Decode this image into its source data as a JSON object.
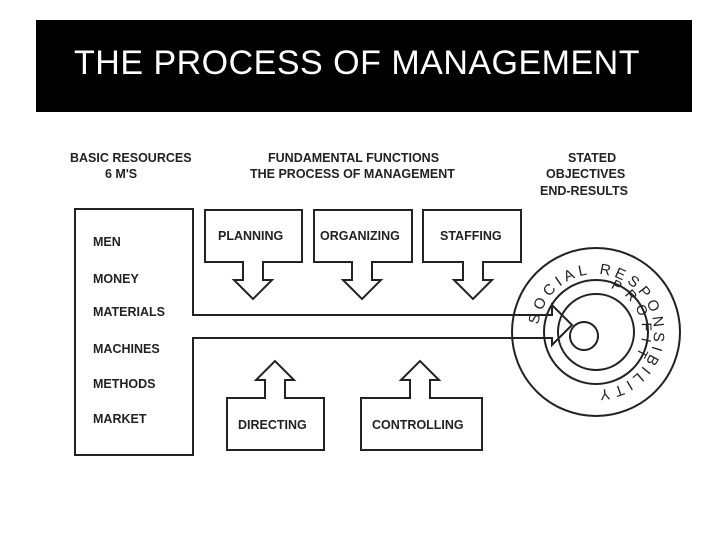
{
  "slide": {
    "title": "THE PROCESS OF MANAGEMENT"
  },
  "diagram": {
    "header_resources": [
      "BASIC RESOURCES",
      "6 M'S"
    ],
    "header_functions": [
      "FUNDAMENTAL FUNCTIONS",
      "THE PROCESS OF MANAGEMENT"
    ],
    "header_objectives": [
      "STATED",
      "OBJECTIVES",
      "END-RESULTS"
    ],
    "resources": [
      "MEN",
      "MONEY",
      "MATERIALS",
      "MACHINES",
      "METHODS",
      "MARKET"
    ],
    "top_functions": [
      "PLANNING",
      "ORGANIZING",
      "STAFFING"
    ],
    "bottom_functions": [
      "DIRECTING",
      "CONTROLLING"
    ],
    "outer_ring_text": "SOCIAL RESPONSIBILITY",
    "inner_ring_text": "PROFIT"
  },
  "colors": {
    "title_bar": "#000000",
    "title_text": "#ffffff",
    "ink": "#222222"
  }
}
